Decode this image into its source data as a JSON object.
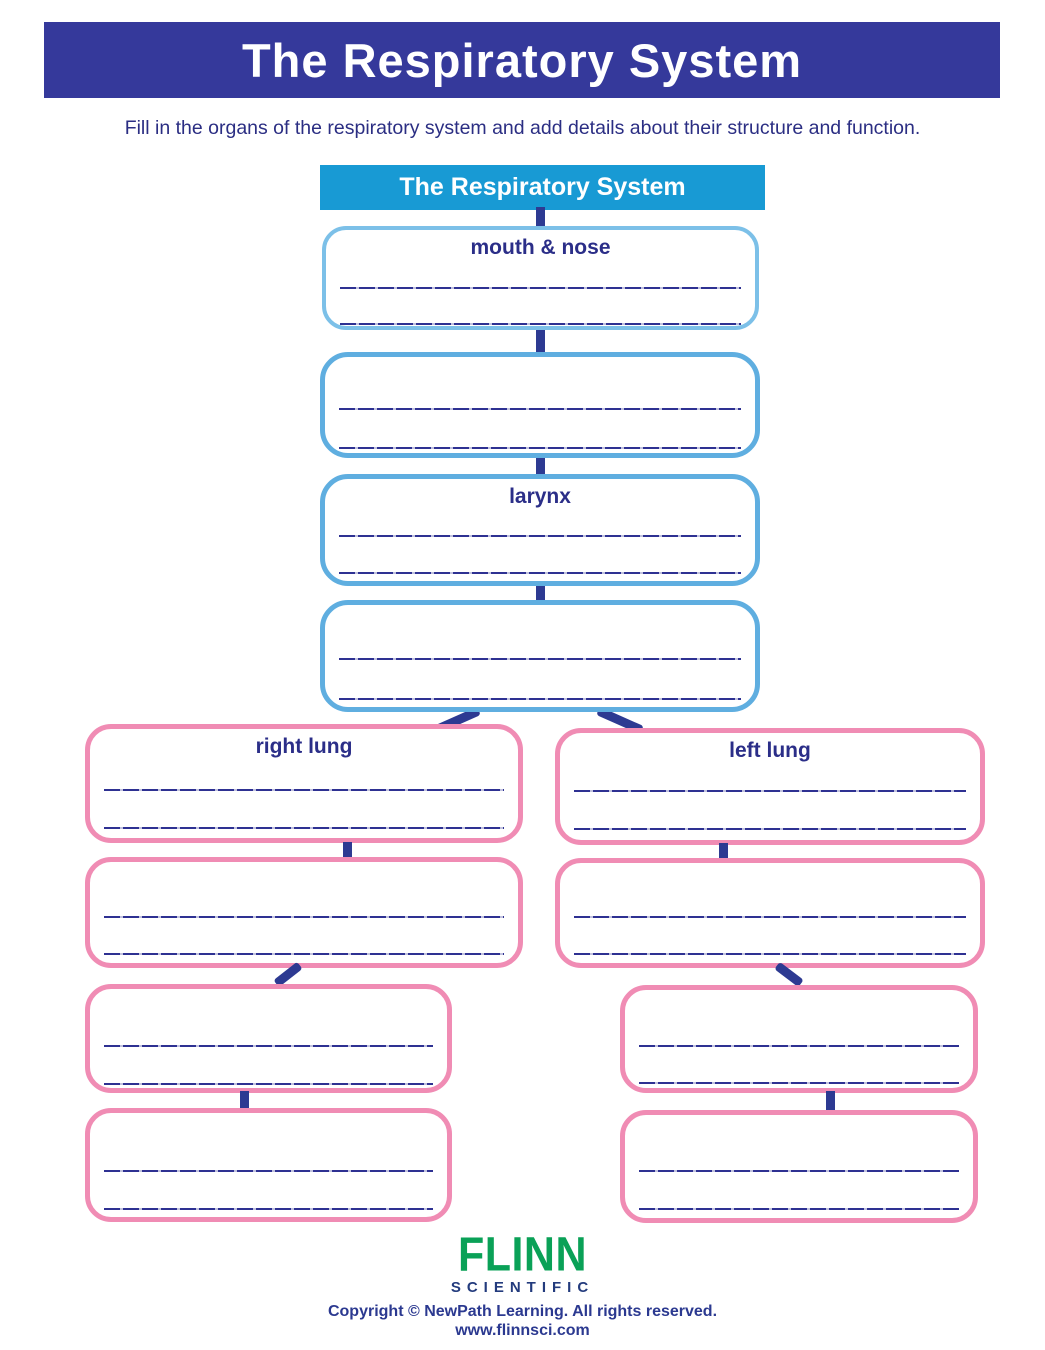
{
  "header": {
    "title": "The Respiratory System",
    "instruction": "Fill in the organs of the respiratory system and add details about their structure and function."
  },
  "diagram": {
    "root": "The Respiratory System",
    "column_center": [
      {
        "id": "mouth-nose",
        "label": "mouth & nose",
        "write_lines": 2
      },
      {
        "id": "center-blank-1",
        "label": "",
        "write_lines": 2
      },
      {
        "id": "larynx",
        "label": "larynx",
        "write_lines": 2
      },
      {
        "id": "center-blank-2",
        "label": "",
        "write_lines": 2
      }
    ],
    "column_left": [
      {
        "id": "right-lung",
        "label": "right lung",
        "write_lines": 2
      },
      {
        "id": "left-col-blank-1",
        "label": "",
        "write_lines": 2
      },
      {
        "id": "left-col-blank-2",
        "label": "",
        "write_lines": 2
      },
      {
        "id": "left-col-blank-3",
        "label": "",
        "write_lines": 2
      }
    ],
    "column_right": [
      {
        "id": "left-lung",
        "label": "left lung",
        "write_lines": 2
      },
      {
        "id": "right-col-blank-1",
        "label": "",
        "write_lines": 2
      },
      {
        "id": "right-col-blank-2",
        "label": "",
        "write_lines": 2
      },
      {
        "id": "right-col-blank-3",
        "label": "",
        "write_lines": 2
      }
    ]
  },
  "footer": {
    "logo_primary": "FLINN",
    "logo_secondary": "SCIENTIFIC",
    "copyright": "Copyright © NewPath Learning. All rights reserved.",
    "website": "www.flinnsci.com"
  },
  "colors": {
    "banner_bg": "#35399B",
    "root_node_bg": "#189AD4",
    "blue_border": "#5FAEE0",
    "blue_border_light": "#7CC0E8",
    "pink_border": "#F08CB4",
    "navy_text": "#2B2E88",
    "connector": "#2D3A92",
    "write_line": "#2E3192",
    "logo_green": "#0AA157",
    "title_text": "#FFFFFF"
  }
}
